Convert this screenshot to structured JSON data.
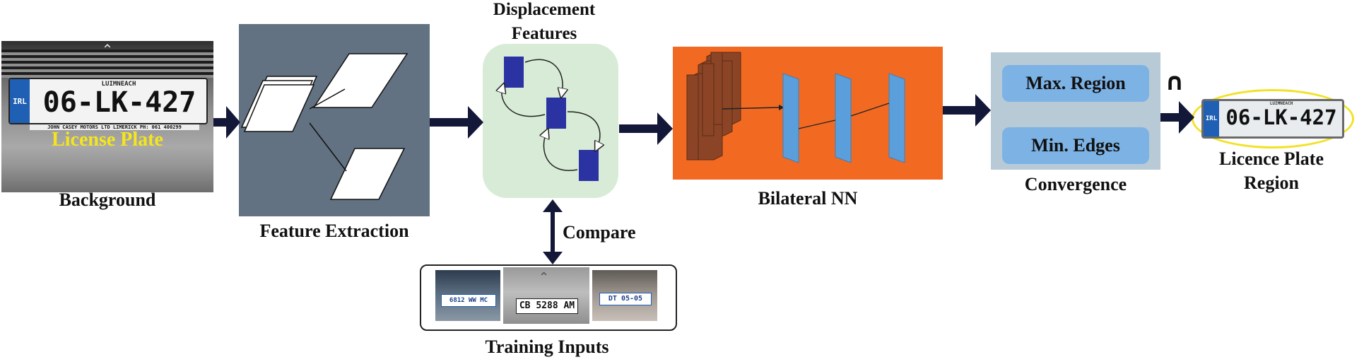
{
  "background_image": {
    "plate_text": "06-LK-427",
    "plate_country": "IRL",
    "plate_top": "LUIMNEACH",
    "plate_bottom": "JOHN CASEY MOTORS LTD   LIMERICK   PH: 061 400299",
    "overlay": "License Plate",
    "caption": "Background"
  },
  "feature_extraction": {
    "caption": "Feature Extraction"
  },
  "displacement": {
    "title_line1": "Displacement",
    "title_line2": "Features"
  },
  "compare": {
    "label": "Compare"
  },
  "training": {
    "caption": "Training Inputs",
    "plates": [
      "6812 WW MC",
      "CB 5288 AM",
      "DT 05-05"
    ]
  },
  "bilateral": {
    "caption": "Bilateral NN"
  },
  "convergence": {
    "caption": "Convergence",
    "items": [
      "Max. Region",
      "Min. Edges"
    ]
  },
  "intersection": {
    "symbol": "∩"
  },
  "output": {
    "plate_text": "06-LK-427",
    "plate_country": "IRL",
    "plate_top": "LUIMNEACH",
    "caption_line1": "Licence Plate",
    "caption_line2": "Region"
  },
  "colors": {
    "arrow": "#141838",
    "feature_bg": "#627282",
    "displacement_bg": "#d7ebd6",
    "square": "#2b33a3",
    "bilateral_bg": "#f26a22",
    "brown": "#8b4526",
    "blue_layer": "#5a9fdc",
    "convergence_bg": "#b9cad7",
    "ellipse": "#f2e227"
  }
}
